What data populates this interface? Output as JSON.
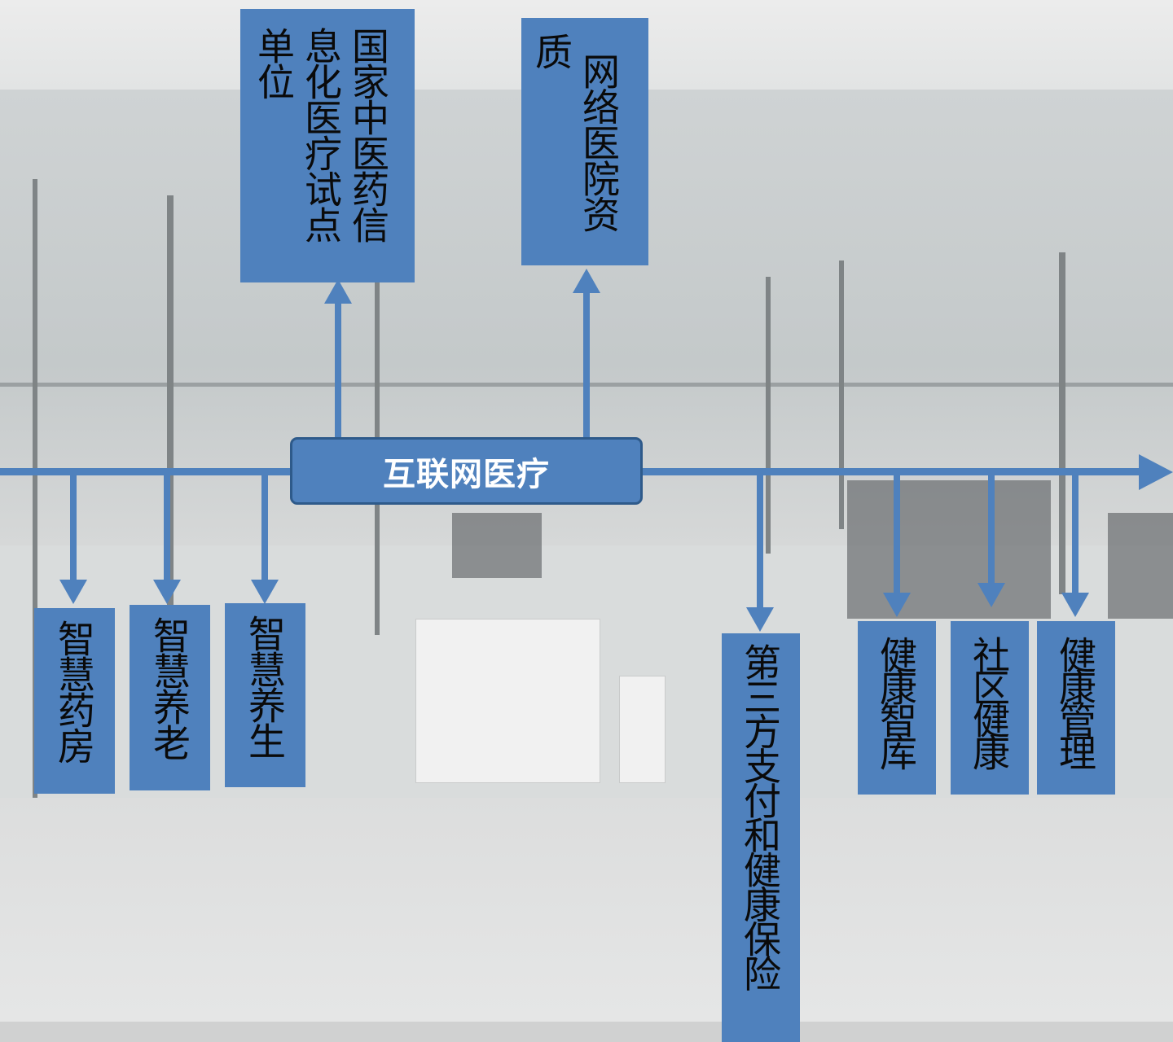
{
  "center_label": "互联网医疗",
  "top_items": [
    {
      "id": "tcm",
      "lines": [
        "国家中医药信",
        "息化医疗试点",
        "单位"
      ]
    },
    {
      "id": "qual",
      "lines": [
        "网络医院资",
        "质"
      ]
    }
  ],
  "bottom_items": [
    {
      "id": "pharmacy",
      "text": "智慧药房"
    },
    {
      "id": "eldercare",
      "text": "智慧养老"
    },
    {
      "id": "wellness",
      "text": "智慧养生"
    },
    {
      "id": "payment",
      "text": "第三方支付和健康保险"
    },
    {
      "id": "think-tank",
      "text": "健康智库"
    },
    {
      "id": "community",
      "text": "社区健康"
    },
    {
      "id": "management",
      "text": "健康管理"
    }
  ],
  "colors": {
    "accent": "#4f81bd",
    "border": "#2e5a8a",
    "center_text": "#ffffff",
    "text": "#0a0a0a"
  }
}
